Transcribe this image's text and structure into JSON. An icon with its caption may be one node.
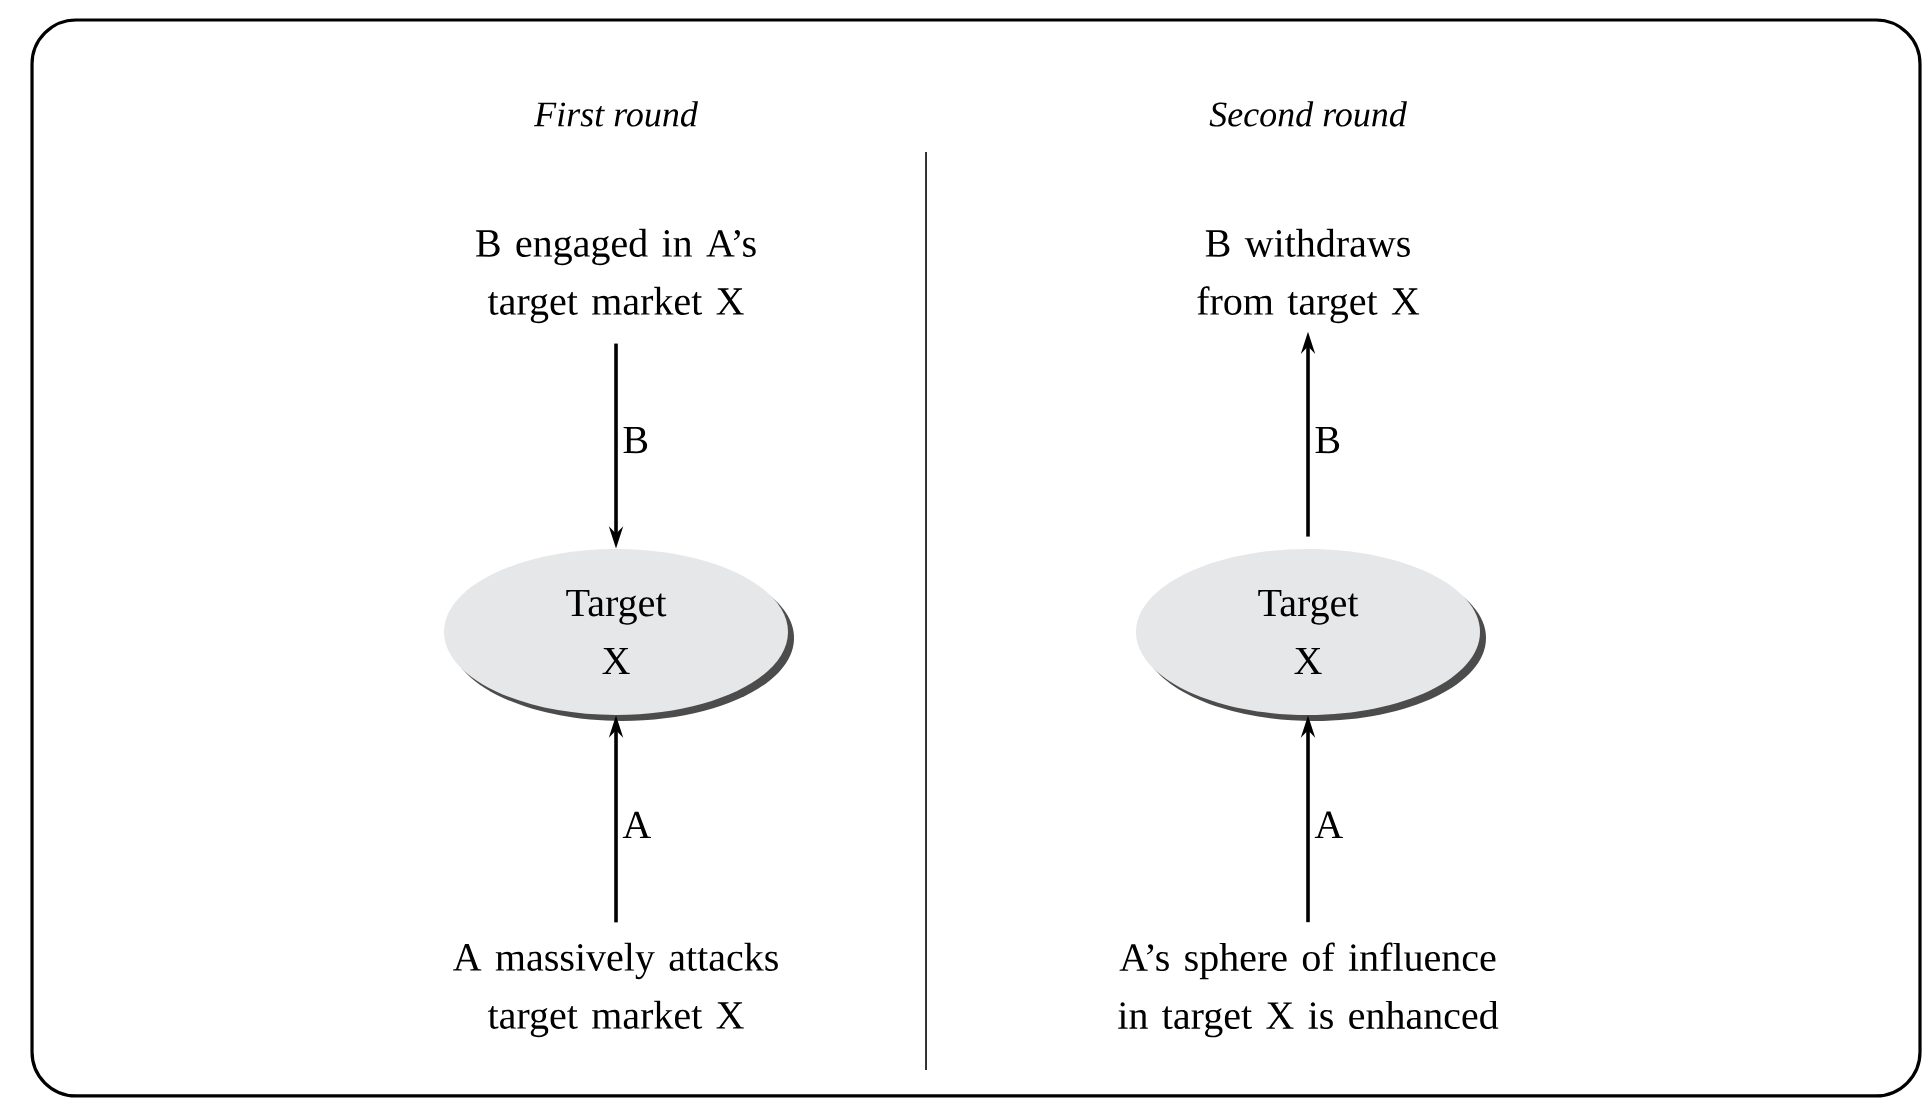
{
  "diagram": {
    "nodes": [
      {
        "text": [
          "B engaged in A’s target market X"
        ]
      },
      {
        "text": [
          "Target X"
        ]
      },
      {
        "text": [
          "A massively attacks target market X"
        ]
      },
      {
        "text": [
          "B withdraws from target X"
        ]
      },
      {
        "text": [
          "Target X"
        ]
      },
      {
        "text": [
          "A’s sphere of influence in target X is enhanced"
        ]
      }
    ],
    "edges": [
      {
        "from": 0,
        "to": 1,
        "arrow": "to",
        "label": "B"
      },
      {
        "from": 2,
        "to": 1,
        "arrow": "to",
        "label": "A"
      },
      {
        "from": 4,
        "to": 3,
        "arrow": "to",
        "label": "B"
      },
      {
        "from": 5,
        "to": 4,
        "arrow": "to",
        "label": "A"
      }
    ],
    "labels": [
      "First round",
      "Second round"
    ]
  }
}
